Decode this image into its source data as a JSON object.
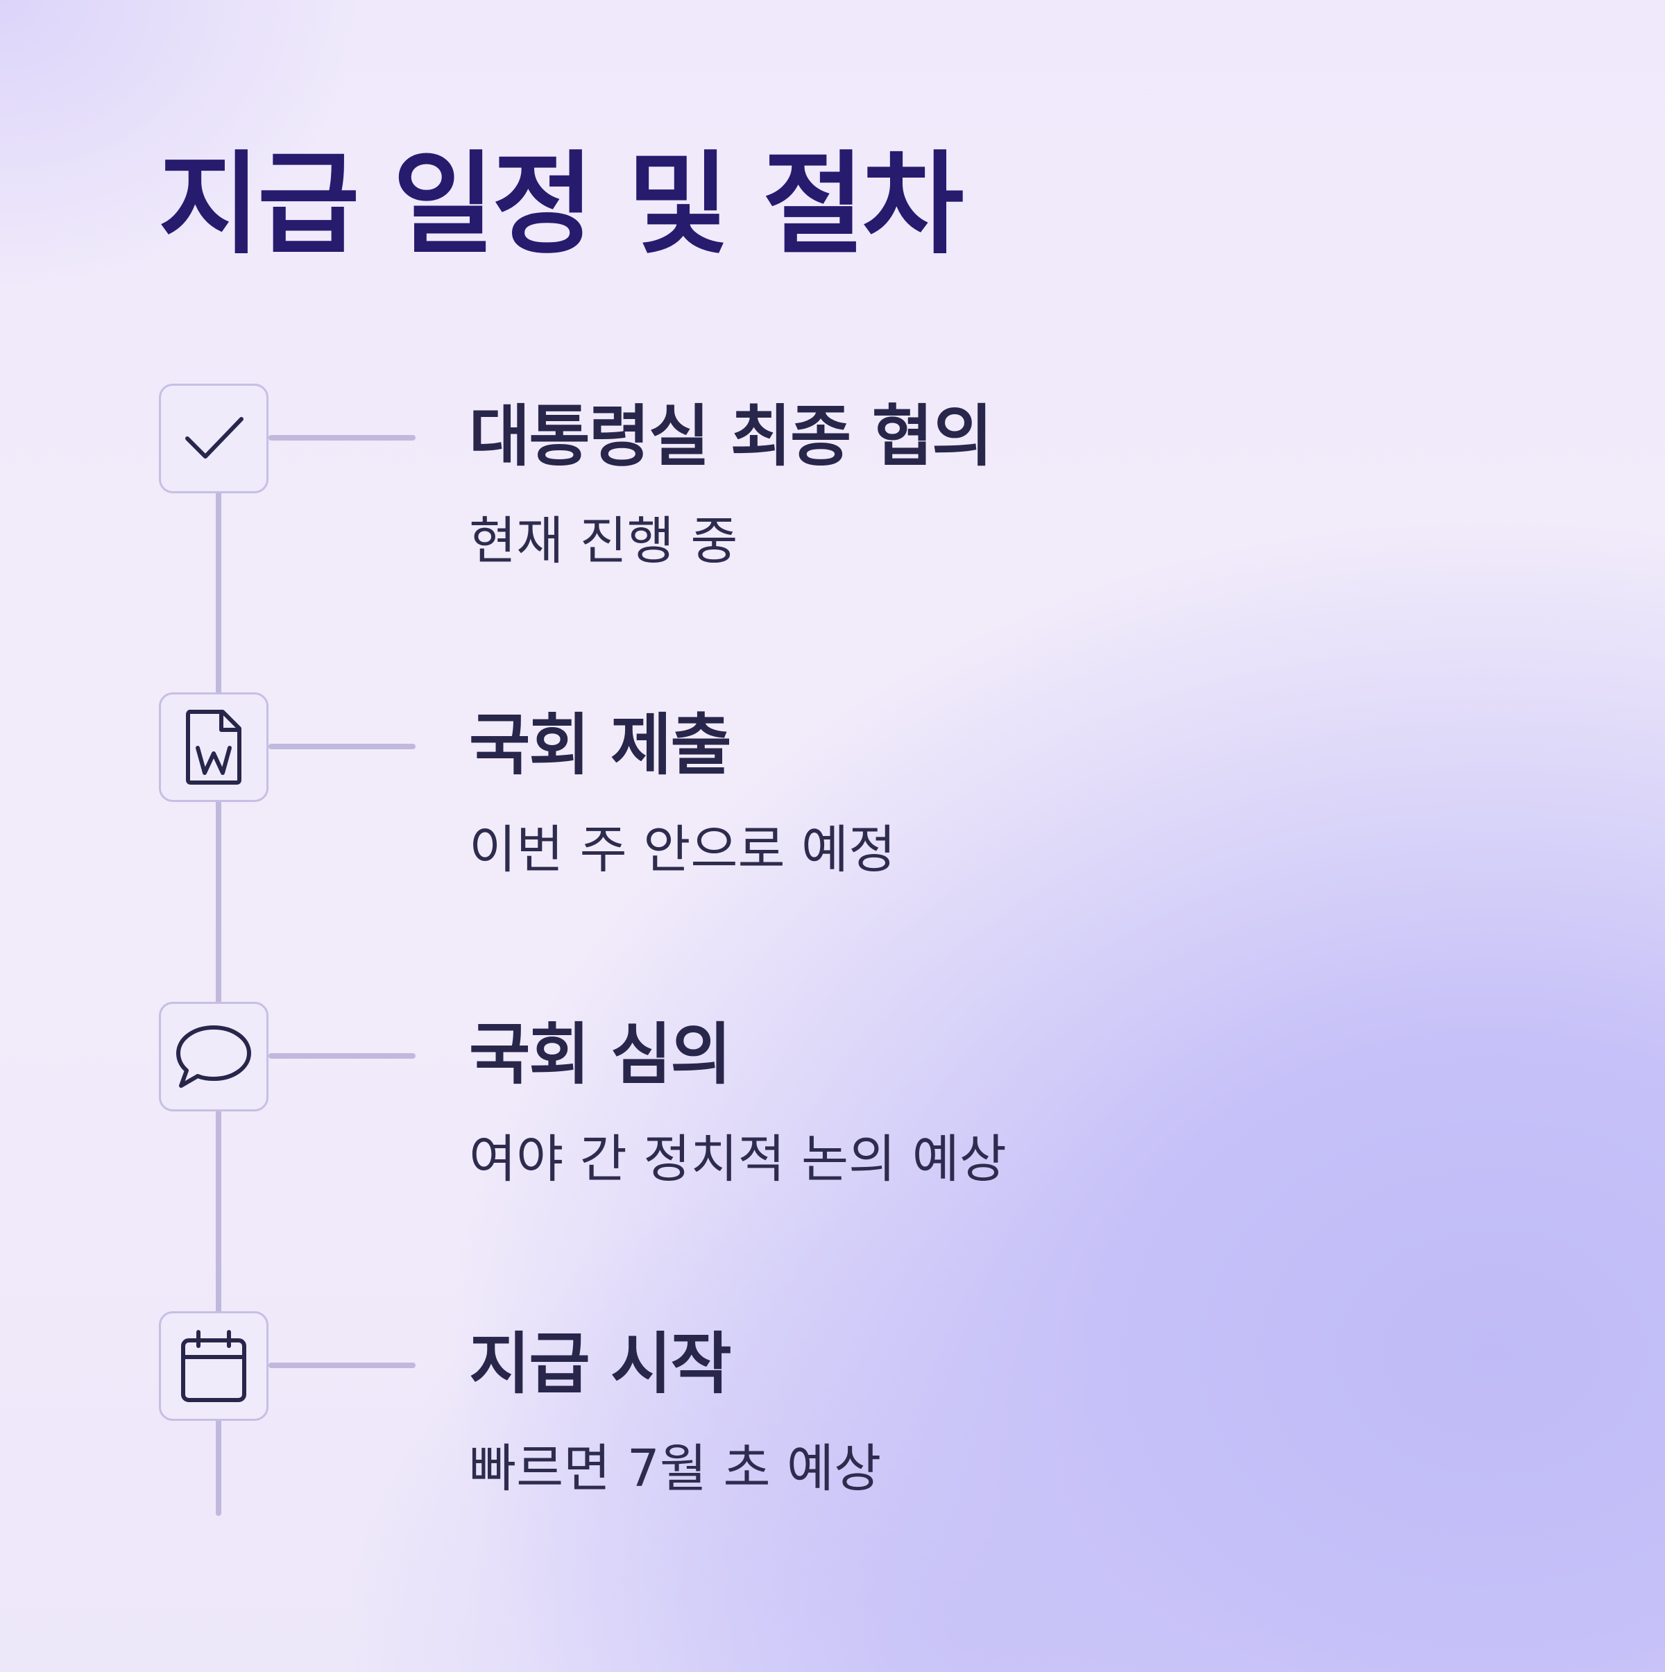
{
  "title": "지급 일정 및 절차",
  "steps": [
    {
      "icon": "check-icon",
      "title": "대통령실 최종 협의",
      "description": "현재 진행 중"
    },
    {
      "icon": "word-document-icon",
      "title": "국회 제출",
      "description": "이번 주 안으로 예정"
    },
    {
      "icon": "speech-bubble-icon",
      "title": "국회 심의",
      "description": "여야 간 정치적 논의 예상"
    },
    {
      "icon": "calendar-icon",
      "title": "지급 시작",
      "description": "빠르면 7월 초 예상"
    }
  ],
  "colors": {
    "title": "#271b6e",
    "text": "#28264a",
    "line": "#c0b9dd",
    "icon_stroke": "#28264a"
  }
}
